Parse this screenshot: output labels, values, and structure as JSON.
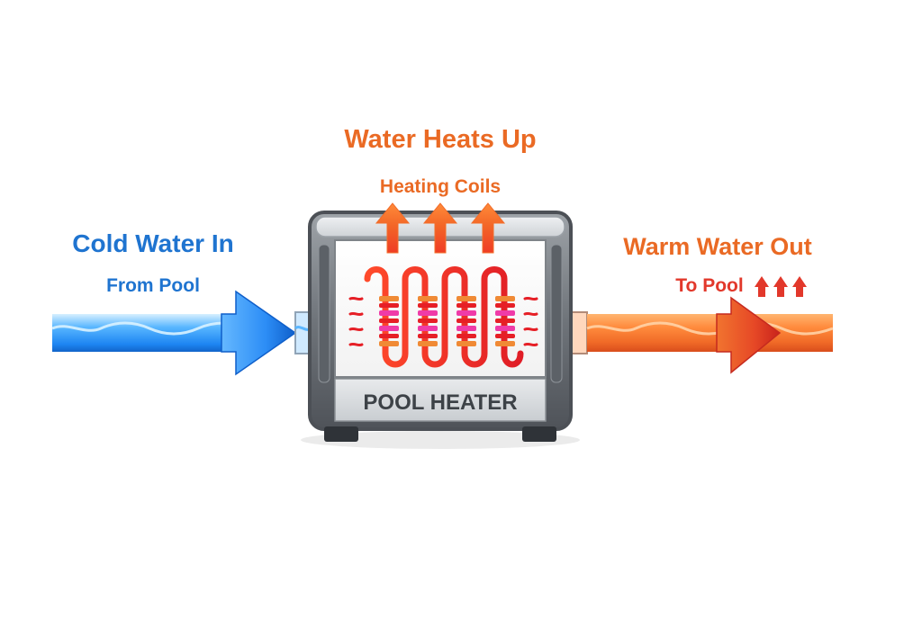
{
  "labels": {
    "top_title": "Water Heats Up",
    "top_subtitle": "Heating Coils",
    "inlet_title": "Cold Water In",
    "inlet_subtitle": "From Pool",
    "outlet_title": "Warm Water Out",
    "outlet_subtitle": "To Pool",
    "heater_name": "POOL HEATER"
  },
  "colors": {
    "cold_blue": "#1f74d0",
    "warm_orange": "#ea6a24",
    "warm_red": "#e2382b",
    "heater_gray": "#7b8087",
    "coil_red": "#e61f26",
    "coil_pink": "#ef3ba8",
    "coil_orange": "#f08a35"
  },
  "icons": {
    "heat_rise": "up-arrow-icon",
    "small_heat_rise": "small-up-arrow-icon"
  }
}
